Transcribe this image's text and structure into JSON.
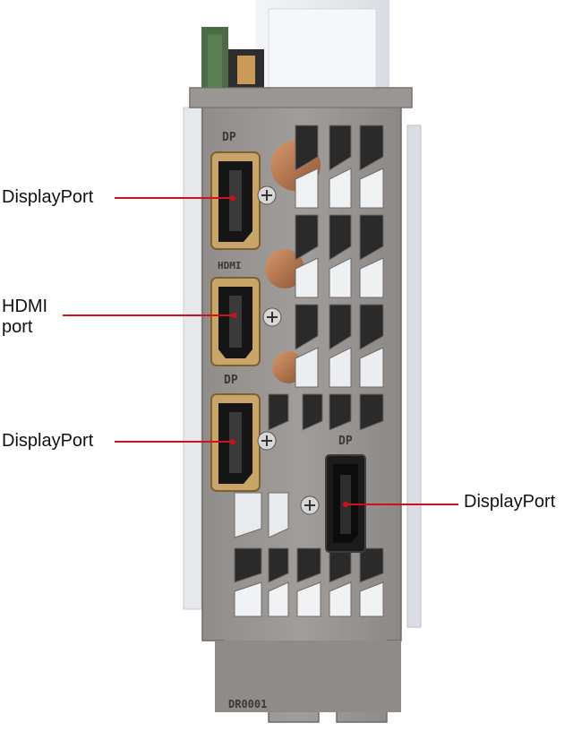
{
  "callouts": {
    "dp_top": "DisplayPort",
    "hdmi_line1": "HDMI",
    "hdmi_line2": "port",
    "dp_middle": "DisplayPort",
    "dp_right": "DisplayPort"
  },
  "bracket_labels": {
    "dp1": "DP",
    "hdmi": "HDMI",
    "dp2": "DP",
    "dp3": "DP",
    "part_code": "DR0001"
  },
  "colors": {
    "bracket": "#8c8886",
    "callout_line": "#d0101a",
    "port_gold": "#c9a56a",
    "port_black": "#161616",
    "shroud": "#e9ecf0",
    "pcb": "#4b6b45"
  }
}
